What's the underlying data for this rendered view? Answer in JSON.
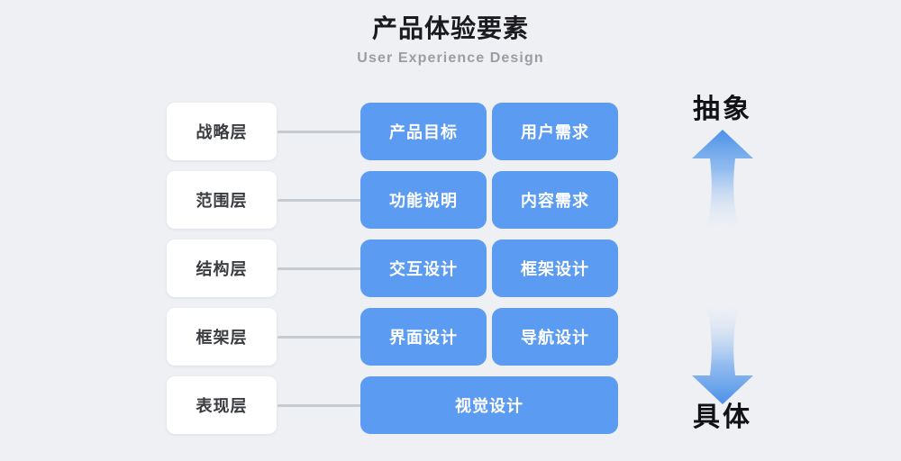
{
  "header": {
    "title": "产品体验要素",
    "subtitle": "User Experience Design"
  },
  "colors": {
    "background": "#eef0f4",
    "card_blue": "#5b9bf2",
    "label_white": "#ffffff",
    "connector_gray": "#c6cbd2",
    "title_black": "#1b1b1d",
    "subtitle_gray": "#9b9da2"
  },
  "diagram": {
    "rows": [
      {
        "layer": "战略层",
        "cards": [
          {
            "label": "产品目标"
          },
          {
            "label": "用户需求"
          }
        ]
      },
      {
        "layer": "范围层",
        "cards": [
          {
            "label": "功能说明"
          },
          {
            "label": "内容需求"
          }
        ]
      },
      {
        "layer": "结构层",
        "cards": [
          {
            "label": "交互设计"
          },
          {
            "label": "框架设计"
          }
        ]
      },
      {
        "layer": "框架层",
        "cards": [
          {
            "label": "界面设计"
          },
          {
            "label": "导航设计"
          }
        ]
      },
      {
        "layer": "表现层",
        "cards": [
          {
            "label": "视觉设计"
          }
        ]
      }
    ]
  },
  "axis": {
    "top_label": "抽象",
    "bottom_label": "具体",
    "up_arrow_icon": "arrow-up-icon",
    "down_arrow_icon": "arrow-down-icon"
  }
}
